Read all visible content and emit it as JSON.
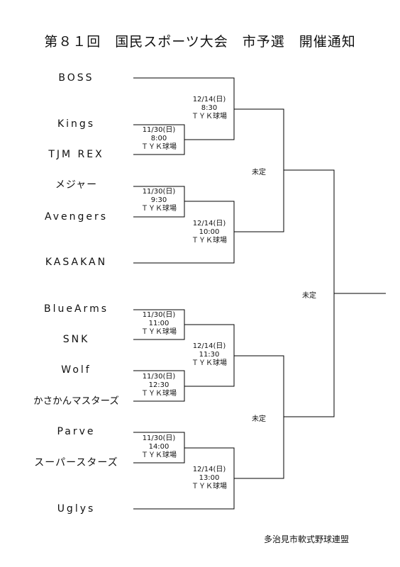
{
  "title": "第８１回　国民スポーツ大会　市予選　開催通知",
  "teams": [
    "BOSS",
    "Kings",
    "TJM REX",
    "メジャー",
    "Avengers",
    "KASAKAN",
    "BlueArms",
    "SNK",
    "Wolf",
    "かさかんマスターズ",
    "Parve",
    "スーパースターズ",
    "Uglys"
  ],
  "matches": {
    "r1_kings_tjm": {
      "date": "11/30(日)",
      "time": "8:00",
      "venue": "ＴＹＫ球場"
    },
    "r1_major_avengers": {
      "date": "11/30(日)",
      "time": "9:30",
      "venue": "ＴＹＫ球場"
    },
    "r1_bluearms_snk": {
      "date": "11/30(日)",
      "time": "11:00",
      "venue": "ＴＹＫ球場"
    },
    "r1_wolf_kasakan": {
      "date": "11/30(日)",
      "time": "12:30",
      "venue": "ＴＹＫ球場"
    },
    "r1_parve_superstars": {
      "date": "11/30(日)",
      "time": "14:00",
      "venue": "ＴＹＫ球場"
    },
    "r2_boss": {
      "date": "12/14(日)",
      "time": "8:30",
      "venue": "ＴＹＫ球場"
    },
    "r2_kasakan": {
      "date": "12/14(日)",
      "time": "10:00",
      "venue": "ＴＹＫ球場"
    },
    "r2_lower": {
      "date": "12/14(日)",
      "time": "11:30",
      "venue": "ＴＹＫ球場"
    },
    "r2_uglys": {
      "date": "12/14(日)",
      "time": "13:00",
      "venue": "ＴＹＫ球場"
    }
  },
  "semi_labels": {
    "upper": "未定",
    "lower": "未定"
  },
  "final_label": "未定",
  "footer": "多治見市軟式野球連盟"
}
